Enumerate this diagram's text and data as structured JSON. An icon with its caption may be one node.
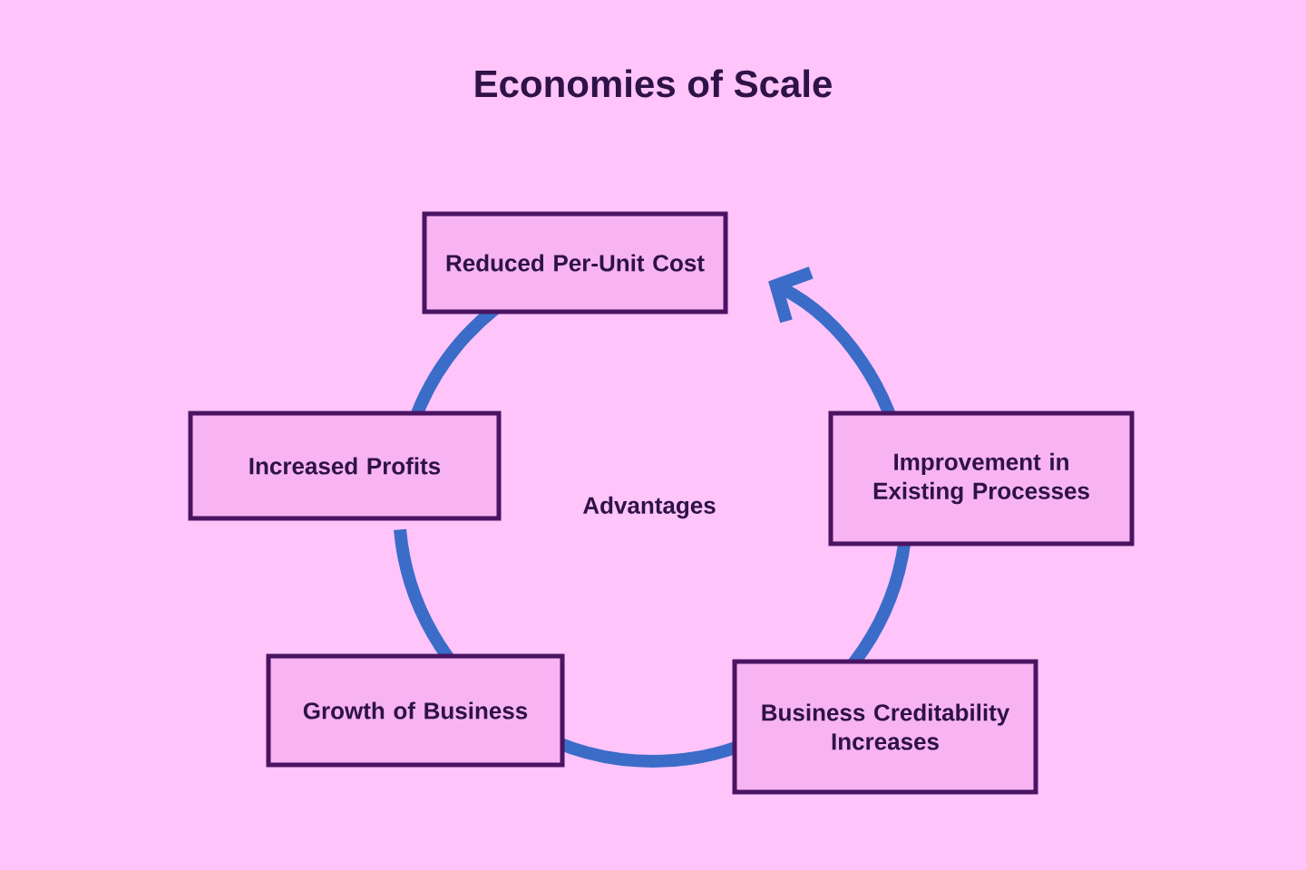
{
  "diagram": {
    "title": "Economies of Scale",
    "nodes": [
      {
        "text": [
          "Reduced Per-Unit Cost"
        ]
      },
      {
        "text": [
          "Improvement in Existing Processes"
        ]
      },
      {
        "text": [
          "Business Creditability Increases"
        ]
      },
      {
        "text": [
          "Growth of Business"
        ]
      },
      {
        "text": [
          "Increased Profits"
        ]
      }
    ],
    "edges": [
      {
        "from": 1,
        "to": 0,
        "arrow": "to"
      },
      {
        "from": 0,
        "to": 4,
        "arrow": "none"
      },
      {
        "from": 4,
        "to": 3,
        "arrow": "none"
      },
      {
        "from": 3,
        "to": 2,
        "arrow": "none"
      },
      {
        "from": 2,
        "to": 1,
        "arrow": "none"
      }
    ],
    "labels": [
      "Advantages"
    ]
  }
}
